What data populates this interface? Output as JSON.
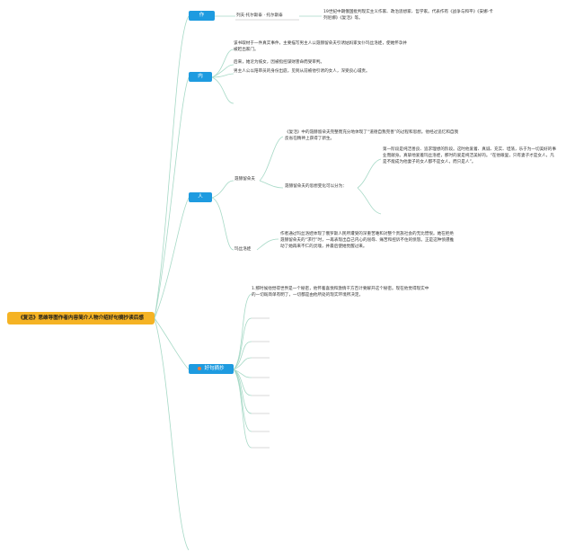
{
  "root": {
    "label": "《复活》思维导图作者内容简介人物介绍好句摘抄读后感"
  },
  "branches": {
    "author": {
      "label": "作",
      "intro_label": "列夫·托尔斯泰 · 托尔斯泰",
      "intro_text": "19世纪中期俄国批判现实主义作家、政治思想家、哲学家。代表作有《战争与和平》《安娜·卡列尼娜》《复活》等。"
    },
    "content": {
      "label": "内",
      "items": [
        "该书取材于一件真实事件，主要描写男主人公聂赫留朵夫引诱姑妈家女仆玛丝洛娃，使她怀孕并被赶出家门。",
        "后来，她沦为妓女，因被指控谋财害命而受审判。",
        "男主人公以陪审员的身份出庭，见到从前被他引诱的女人，深受良心谴责。"
      ]
    },
    "characters": {
      "label": "人",
      "nekhlyudov": {
        "name": "聂赫留朵夫",
        "desc": "《复活》中的聂赫留朵夫完整而充分地体现了“道德自我完善”的过程和思想。他经过追忆和自我反省在精神上获得了新生。",
        "change_label": "聂赫留朵夫的思想变化可以分为：",
        "change_text": "第一阶段是纯洁善良、追求理想的阶段。这时他爱着、真诚、充实、坦荡，乐于为一切美好的事业而献身。真挚地爱着玛丝洛娃，那时的爱是纯洁美好的。“在他眼里，只有妻子才是女人，凡是不能成为他妻子的女人都不是女人，而只是人”。"
      },
      "maslova": {
        "name": "玛丝洛娃",
        "desc": "作者通过玛丝洛娃体现了俄罗斯人民所遭受的深重苦难和对整个贵族社会的无比憎恨。她在拒绝聂赫留朵夫的“求行”时，一再表现出自己内心的屈辱、痛苦和控诉不住的愤怒。正是这种愤懑推动了她再来不仁的灵魂，并最后使她觉醒过来。"
      }
    },
    "quotes": {
      "label": "好句摘抄",
      "items": [
        "1.那时候他觉得世界是一个秘密，他怀着喜悦和激情千方百计要解开这个秘密。现在他觉得现实中的一切既简单有明了，一切都是由他所处的现实环境所决定。"
      ]
    }
  }
}
